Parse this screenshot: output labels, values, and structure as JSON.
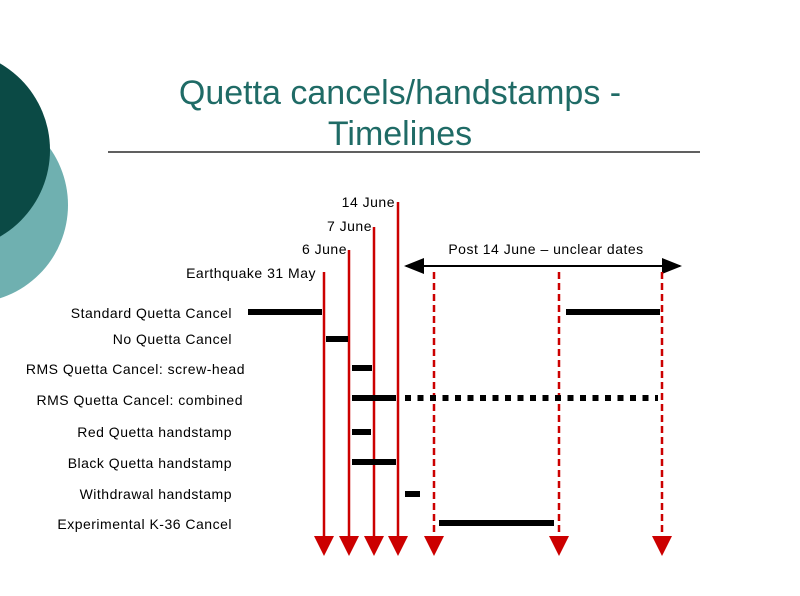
{
  "title": {
    "line1": "Quetta cancels/handstamps -",
    "line2": "Timelines"
  },
  "dates": {
    "earthquake": "Earthquake 31 May",
    "june6": "6 June",
    "june7": "7 June",
    "june14": "14 June",
    "post": "Post 14 June – unclear dates"
  },
  "rows": [
    "Standard Quetta Cancel",
    "No Quetta Cancel",
    "RMS Quetta Cancel: screw-head",
    "RMS Quetta Cancel: combined",
    "Red Quetta handstamp",
    "Black Quetta handstamp",
    "Withdrawal handstamp",
    "Experimental K-36 Cancel"
  ],
  "colors": {
    "title": "#1f6b66",
    "timeline": "#cc0000",
    "bar": "#000000",
    "circle_dark": "#0b4a45",
    "circle_light": "#6fb0b0"
  }
}
